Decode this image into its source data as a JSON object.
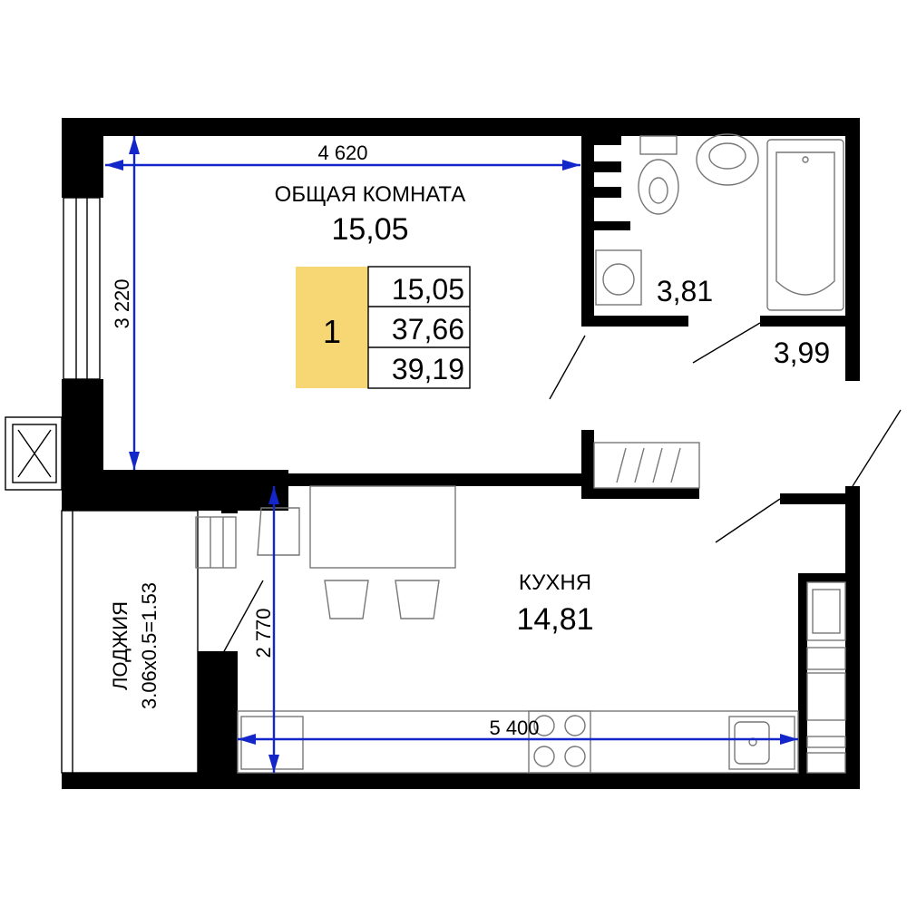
{
  "rooms": {
    "living": {
      "name": "ОБЩАЯ КОМНАТА",
      "area": "15,05"
    },
    "kitchen": {
      "name": "КУХНЯ",
      "area": "14,81"
    },
    "bathroom": {
      "area": "3,81"
    },
    "hallway": {
      "area": "3,99"
    },
    "loggia": {
      "name": "ЛОДЖИЯ",
      "formula": "3.06x0.5=1.53"
    }
  },
  "dimensions": {
    "living_width": "4 620",
    "living_depth": "3 220",
    "kitchen_depth": "2 770",
    "kitchen_width": "5 400"
  },
  "summary": {
    "rooms_count": "1",
    "living_area": "15,05",
    "total_area": "37,66",
    "total_with_loggia": "39,19"
  },
  "colors": {
    "accent": "#f6d774",
    "dimension": "#1326c9",
    "wall": "#000000"
  }
}
